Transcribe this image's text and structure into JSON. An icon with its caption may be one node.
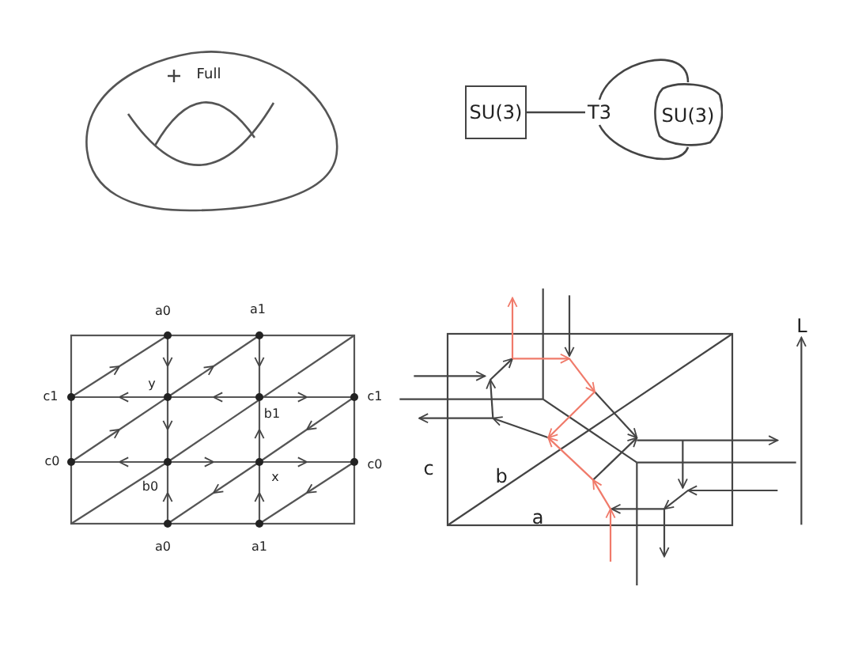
{
  "diagram": {
    "nodes": [
      {
        "text": [
          "SU(3)"
        ]
      },
      {
        "text": [
          "T3"
        ]
      },
      {
        "text": [
          "SU(3)"
        ]
      }
    ],
    "edges": [
      {
        "from": 0,
        "to": 1,
        "arrow": "none"
      },
      {
        "from": 1,
        "to": 2,
        "arrow": "none"
      },
      {
        "from": 1,
        "to": 2,
        "arrow": "none"
      }
    ],
    "labels": [
      "Full",
      "a0",
      "a1",
      "y",
      "c1",
      "b1",
      "c1",
      "c0",
      "c0",
      "x",
      "b0",
      "a0",
      "a1",
      "L",
      "c",
      "b",
      "a"
    ]
  }
}
